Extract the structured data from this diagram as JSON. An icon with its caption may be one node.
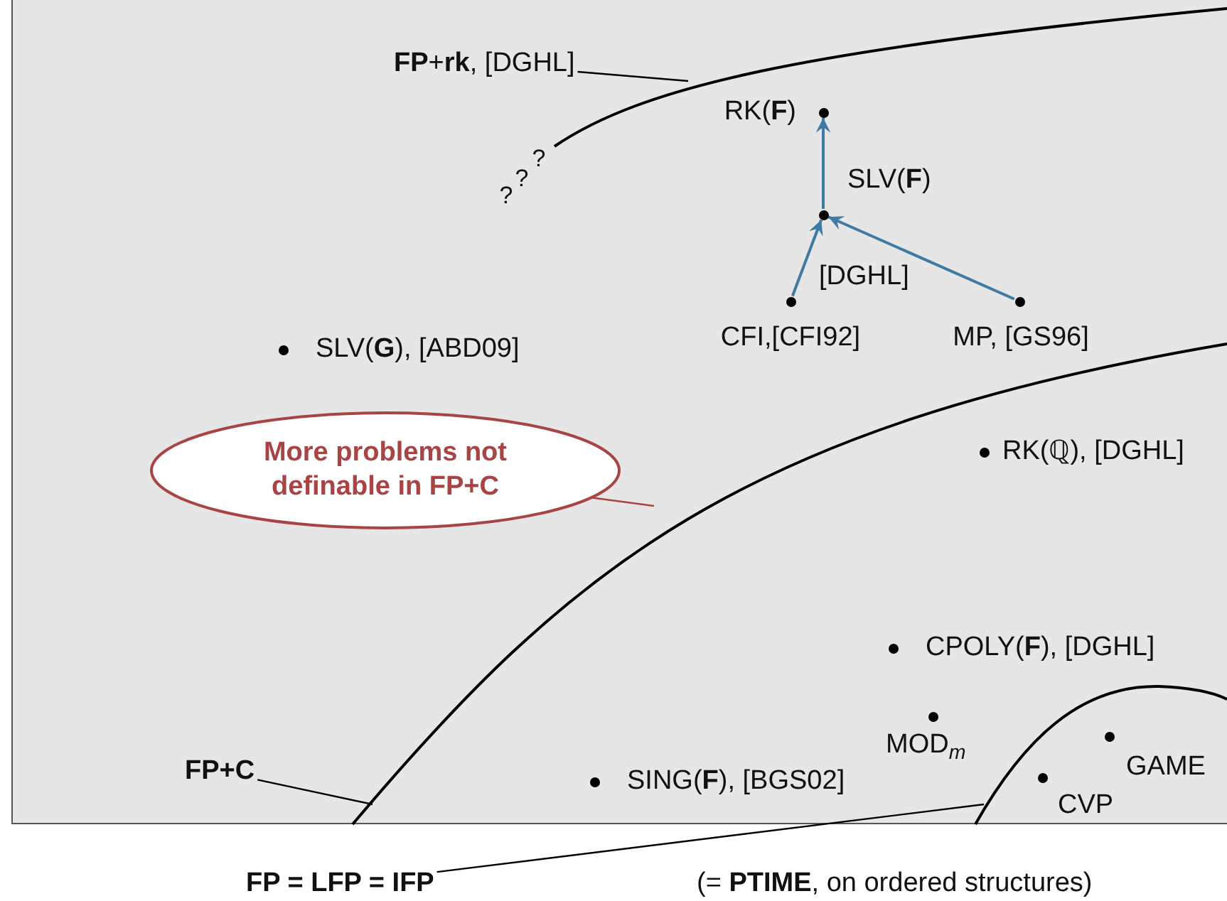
{
  "diagram": {
    "nodes": [
      {
        "text": [
          "**FP**+**rk**, [DGHL]"
        ]
      },
      {
        "text": [],
        "shape": "circle",
        "beside": [
          "RK(**F**)"
        ]
      },
      {
        "text": [],
        "shape": "circle"
      },
      {
        "text": [],
        "shape": "circle",
        "beside": [
          "CFI,[CFI92]"
        ]
      },
      {
        "text": [],
        "shape": "circle",
        "beside": [
          "MP, [GS96]"
        ]
      },
      {
        "text": [
          "More problems not definable in FP+C"
        ]
      },
      {
        "text": [
          "FP+C"
        ]
      },
      {
        "text": [
          "FP = LFP = IFP"
        ]
      }
    ],
    "edges": [
      {
        "from": 0,
        "to": null,
        "arrow": "none"
      },
      {
        "from": 2,
        "to": 1,
        "arrow": "to",
        "label": "SLV(**F**)",
        "color": "#3f7aa3"
      },
      {
        "from": 3,
        "to": 2,
        "arrow": "to",
        "label": "[DGHL]",
        "color": "#3f7aa3"
      },
      {
        "from": 4,
        "to": 2,
        "arrow": "to",
        "color": "#3f7aa3"
      },
      {
        "from": 5,
        "to": null,
        "arrow": "none",
        "color": "#a84444"
      },
      {
        "from": 6,
        "to": null,
        "arrow": "none"
      },
      {
        "from": 7,
        "to": null,
        "arrow": "none"
      }
    ],
    "labels": [
      "?",
      "?",
      "?",
      "SLV(**G**), [ABD09]",
      "RK(ℚ), [DGHL]",
      "CPOLY(**F**), [DGHL]",
      "MOD$_{m}$",
      "SING(**F**), [BGS02]",
      "CVP",
      "GAME",
      "(= **PTIME**, on ordered structures)"
    ]
  }
}
